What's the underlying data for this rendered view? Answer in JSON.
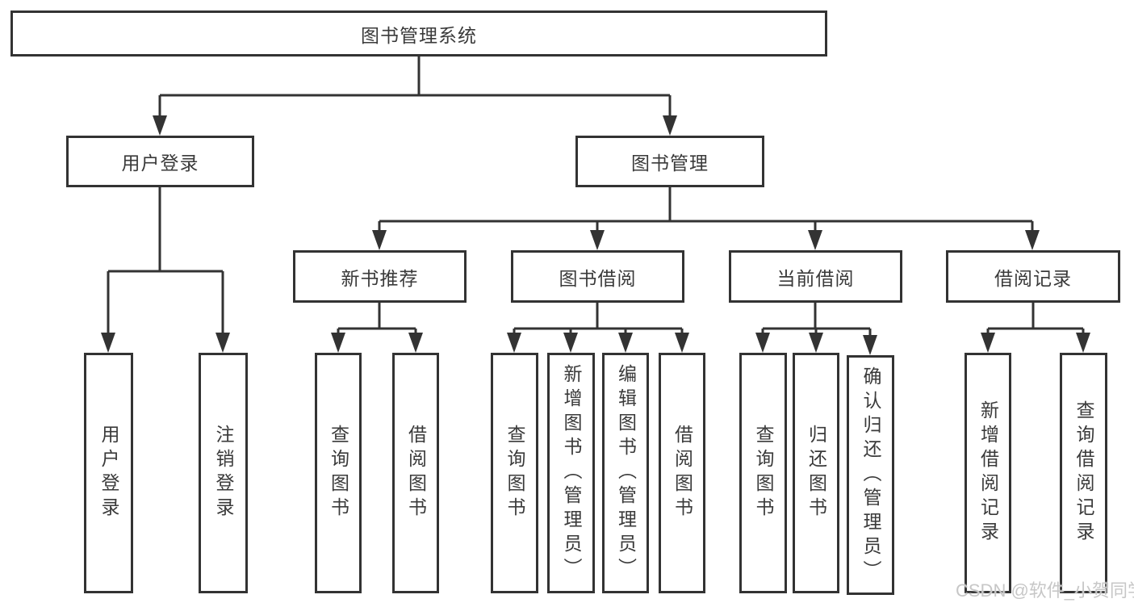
{
  "diagram_title": "图书管理系统",
  "nodes": {
    "root": "图书管理系统",
    "user_login_module": "用户登录",
    "book_mgmt_module": "图书管理",
    "new_books": "新书推荐",
    "book_borrow": "图书借阅",
    "current_borrow": "当前借阅",
    "borrow_records": "借阅记录",
    "leaf_user_login": "用户登录",
    "leaf_logout": "注销登录",
    "leaf_nb_query_books": "查询图书",
    "leaf_nb_borrow_books": "借阅图书",
    "leaf_bb_query_books": "查询图书",
    "leaf_bb_add_books": "新增图书（管理员）",
    "leaf_bb_edit_books": "编辑图书（管理员）",
    "leaf_bb_borrow_books": "借阅图书",
    "leaf_cb_query_books": "查询图书",
    "leaf_cb_return_books": "归还图书",
    "leaf_cb_confirm_return": "确认归还（管理员）",
    "leaf_br_add_record": "新增借阅记录",
    "leaf_br_query_record": "查询借阅记录"
  },
  "hierarchy": {
    "图书管理系统": {
      "用户登录": [
        "用户登录",
        "注销登录"
      ],
      "图书管理": {
        "新书推荐": [
          "查询图书",
          "借阅图书"
        ],
        "图书借阅": [
          "查询图书",
          "新增图书（管理员）",
          "编辑图书（管理员）",
          "借阅图书"
        ],
        "当前借阅": [
          "查询图书",
          "归还图书",
          "确认归还（管理员）"
        ],
        "借阅记录": [
          "新增借阅记录",
          "查询借阅记录"
        ]
      }
    }
  },
  "watermark": "CSDN @软件_小贺同学",
  "colors": {
    "line": "#333333",
    "text": "#3a3a3a",
    "background": "#ffffff",
    "watermark_text": "#c7c7c7"
  }
}
